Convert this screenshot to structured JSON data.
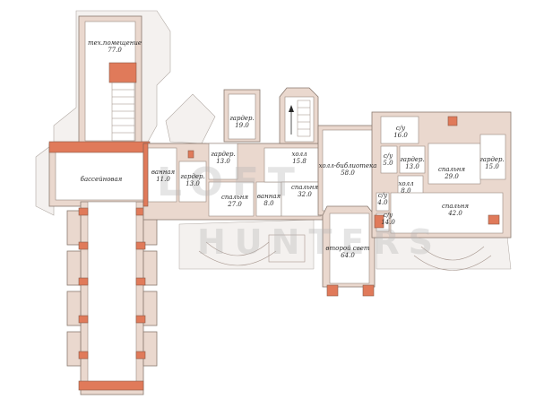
{
  "watermark": {
    "line1": "LOFT",
    "line2": "HUNTERS"
  },
  "rooms": [
    {
      "id": "tech",
      "name": "тех.помещение",
      "area": "77.0"
    },
    {
      "id": "pool",
      "name": "бассейновая",
      "area": ""
    },
    {
      "id": "bath1",
      "name": "ванная",
      "area": "11.0"
    },
    {
      "id": "ward1",
      "name": "гардер.",
      "area": "13.0"
    },
    {
      "id": "ward2",
      "name": "гардер.",
      "area": "19.0"
    },
    {
      "id": "ward3",
      "name": "гардер.",
      "area": "13.0"
    },
    {
      "id": "bed1",
      "name": "спальня",
      "area": "27.0"
    },
    {
      "id": "bath2",
      "name": "ванная",
      "area": "8.0"
    },
    {
      "id": "bed2",
      "name": "спальня",
      "area": "32.0"
    },
    {
      "id": "hall1",
      "name": "холл",
      "area": "15.8"
    },
    {
      "id": "library",
      "name": "холл-библиотека",
      "area": "58.0"
    },
    {
      "id": "light2",
      "name": "второй свет",
      "area": "64.0"
    },
    {
      "id": "wc1",
      "name": "с/у",
      "area": "16.0"
    },
    {
      "id": "wc2",
      "name": "с/у",
      "area": "5.0"
    },
    {
      "id": "ward4",
      "name": "гардер.",
      "area": "13.0"
    },
    {
      "id": "hall2",
      "name": "холл",
      "area": "8.0"
    },
    {
      "id": "wc3",
      "name": "с/у",
      "area": "4.0"
    },
    {
      "id": "wc4",
      "name": "с/у",
      "area": "14.0"
    },
    {
      "id": "bed3",
      "name": "спальня",
      "area": "29.0"
    },
    {
      "id": "ward5",
      "name": "гардер.",
      "area": "15.0"
    },
    {
      "id": "bed4",
      "name": "спальня",
      "area": "42.0"
    }
  ]
}
